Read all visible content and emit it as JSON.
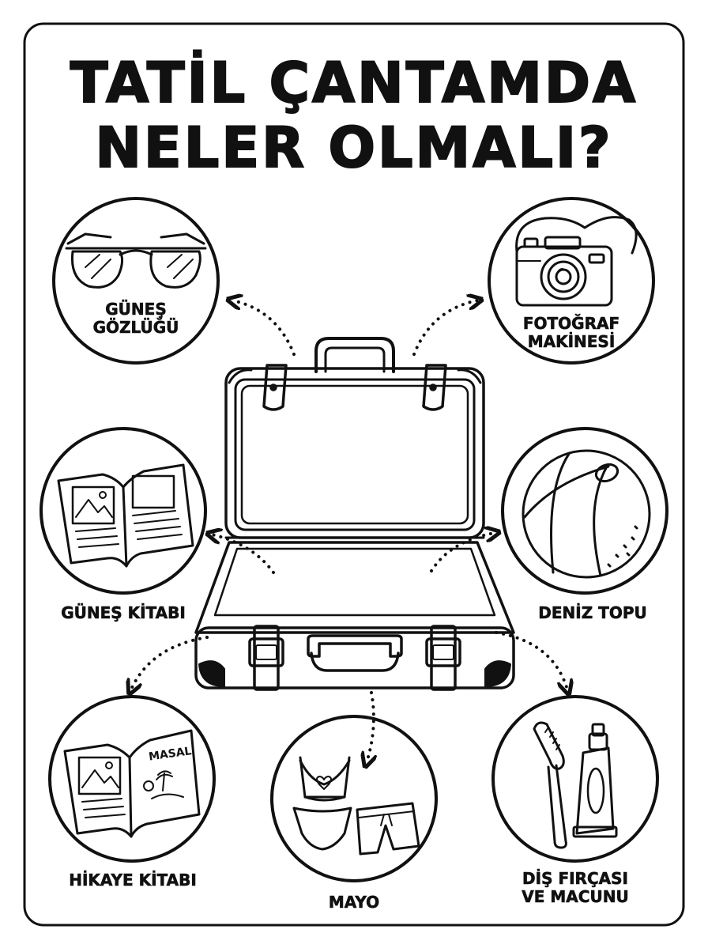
{
  "title": {
    "line1": "TATİL ÇANTAMDA",
    "line2": "NELER OLMALI?"
  },
  "items": [
    {
      "id": "sunglasses",
      "label_line1": "GÜNEŞ",
      "label_line2": "GÖZLÜĞÜ",
      "icon": "sunglasses-icon"
    },
    {
      "id": "camera",
      "label_line1": "FOTOĞRAF",
      "label_line2": "MAKİNESİ",
      "icon": "camera-icon"
    },
    {
      "id": "sun-book",
      "label": "GÜNEŞ KİTABI",
      "icon": "open-book-icon"
    },
    {
      "id": "beach-ball",
      "label": "DENİZ TOPU",
      "icon": "beach-ball-icon"
    },
    {
      "id": "story-book",
      "label": "HİKAYE KİTABI",
      "icon": "story-book-icon",
      "book_word": "MASAL"
    },
    {
      "id": "swimsuit",
      "label": "MAYO",
      "icon": "swimsuit-icon"
    },
    {
      "id": "toothbrush",
      "label_line1": "DİŞ FIRÇASI",
      "label_line2": "VE MACUNU",
      "icon": "toothbrush-toothpaste-icon"
    }
  ],
  "center_icon": "open-suitcase-icon",
  "colors": {
    "ink": "#111111",
    "paper": "#ffffff"
  }
}
